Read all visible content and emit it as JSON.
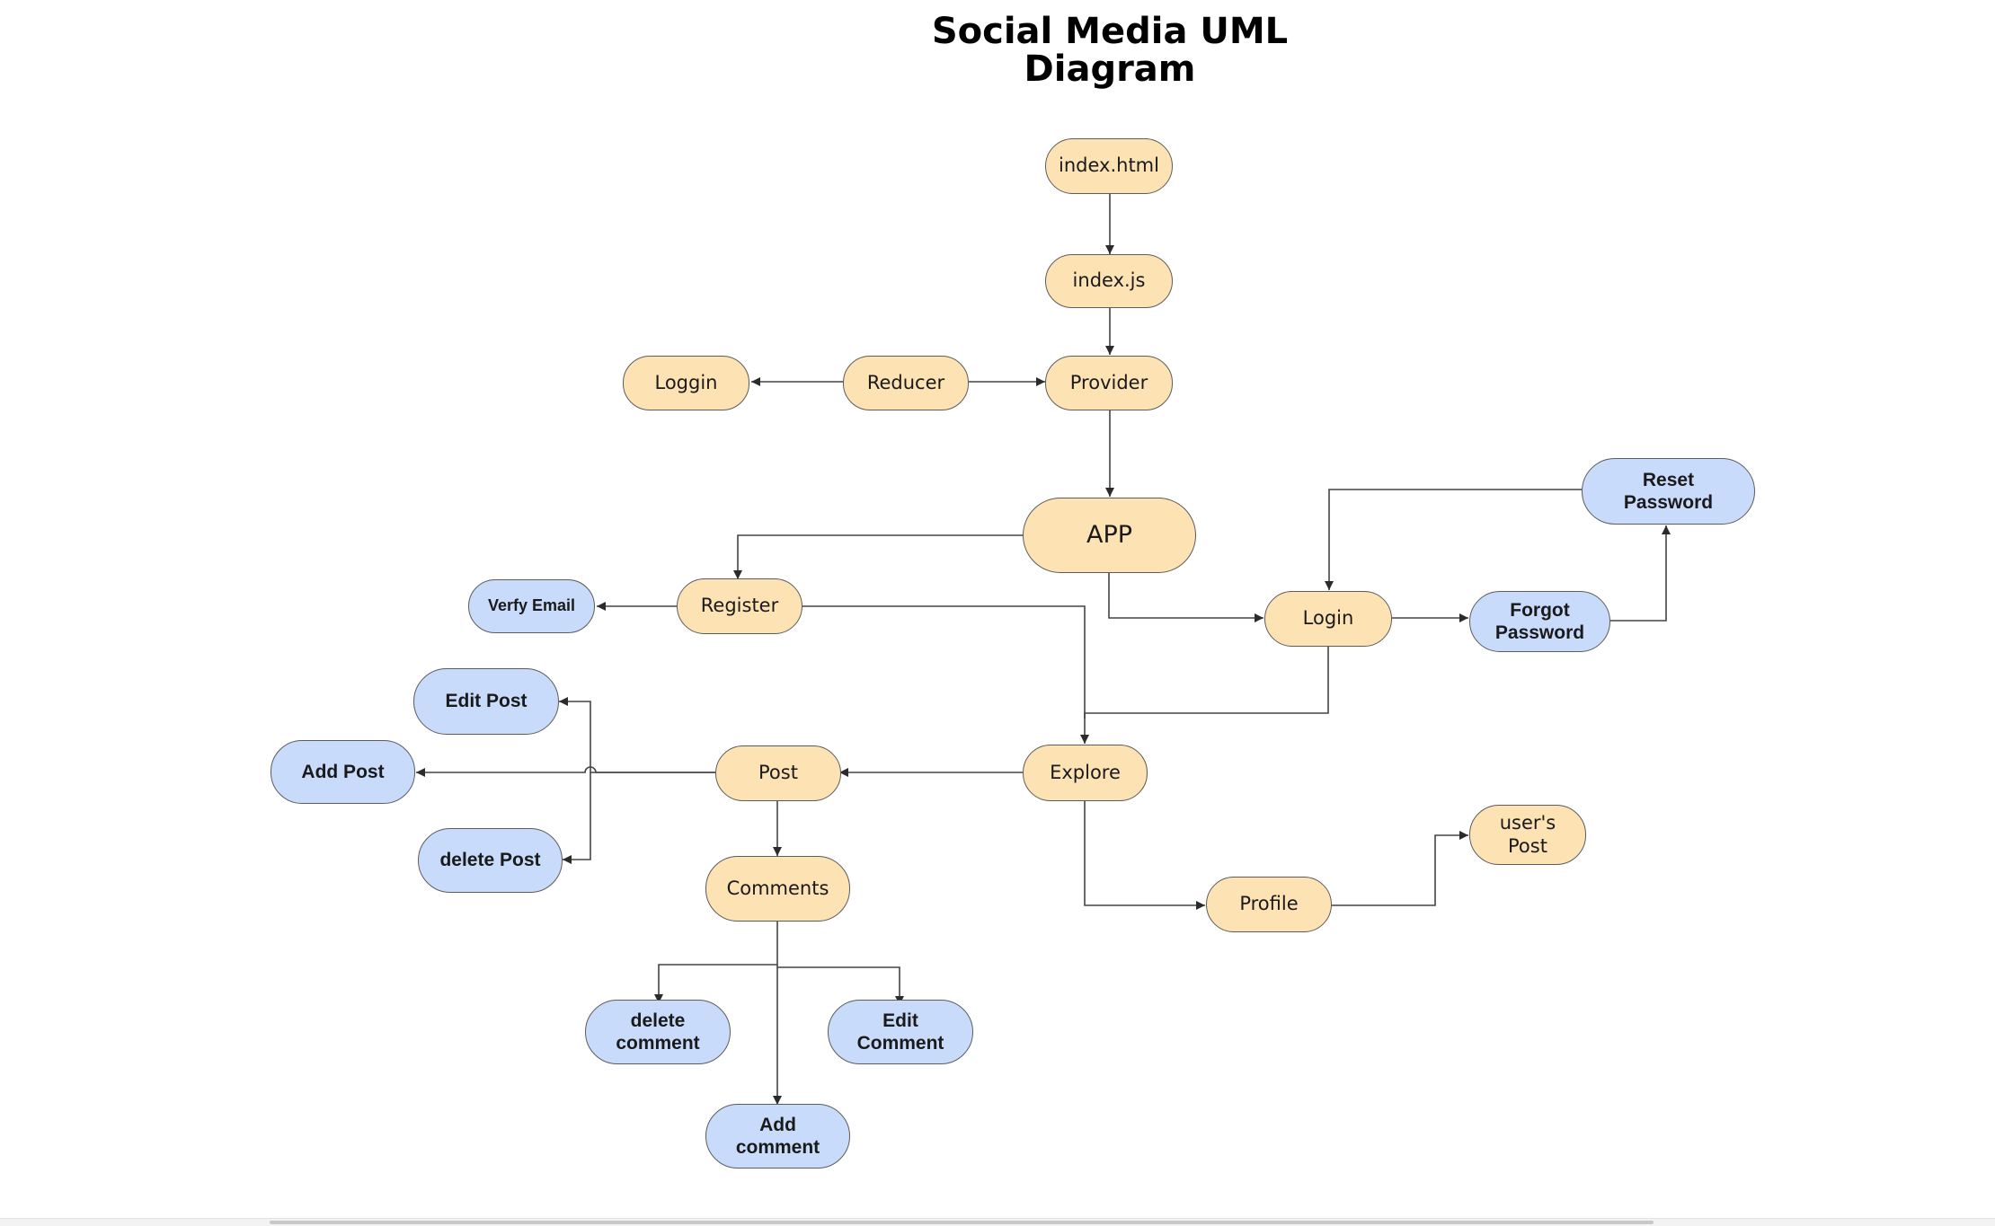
{
  "title": {
    "line1": "Social Media UML",
    "line2": "Diagram"
  },
  "nodes": {
    "index_html": "index.html",
    "index_js": "index.js",
    "provider": "Provider",
    "reducer": "Reducer",
    "loggin": "Loggin",
    "app": "APP",
    "register": "Register",
    "verify_email": "Verfy Email",
    "login": "Login",
    "forgot_password": "Forgot Password",
    "reset_password": "Reset Password",
    "explore": "Explore",
    "post": "Post",
    "edit_post": "Edit Post",
    "add_post": "Add Post",
    "delete_post": "delete Post",
    "comments": "Comments",
    "delete_comment": "delete comment",
    "edit_comment": "Edit Comment",
    "add_comment": "Add comment",
    "profile": "Profile",
    "users_post": "user's Post"
  },
  "colors": {
    "component_fill": "#fde2b4",
    "action_fill": "#c9dbfb",
    "edge": "#3a3a3a"
  }
}
